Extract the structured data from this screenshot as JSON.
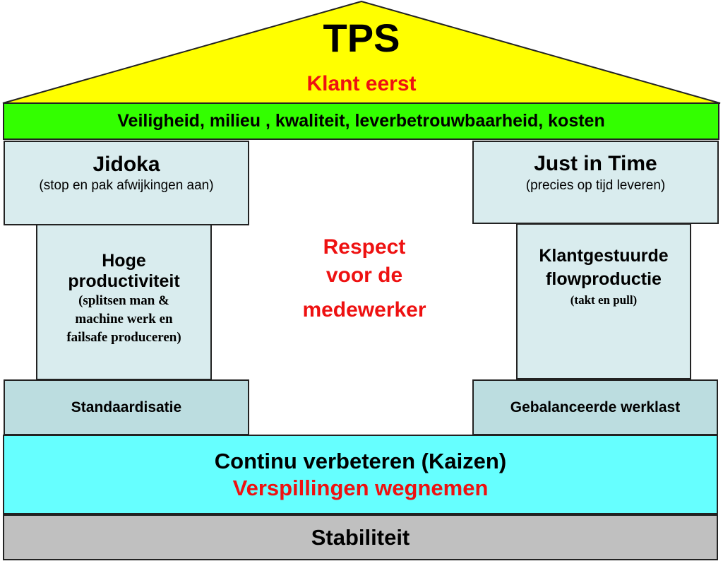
{
  "roof": {
    "title": "TPS",
    "subtitle": "Klant eerst",
    "color": "#ffff00"
  },
  "goals_bar": {
    "text": "Veiligheid, milieu , kwaliteit, leverbetrouwbaarheid, kosten",
    "color": "#33ff00"
  },
  "left_pillar": {
    "top": {
      "title": "Jidoka",
      "subtitle": "(stop en pak afwijkingen aan)"
    },
    "column": {
      "title_lines": [
        "Hoge",
        "productiviteit"
      ],
      "detail_lines": [
        "(splitsen man &",
        "machine werk en",
        "failsafe produceren)"
      ]
    },
    "base": {
      "text": "Standaardisatie"
    }
  },
  "right_pillar": {
    "top": {
      "title": "Just in Time",
      "subtitle": "(precies op tijd leveren)"
    },
    "column": {
      "title_lines": [
        "Klantgestuurde",
        "flowproductie"
      ],
      "detail_lines": [
        "(takt en pull)"
      ]
    },
    "base": {
      "text": "Gebalanceerde werklast"
    }
  },
  "center": {
    "lines": [
      "Respect",
      "voor de",
      "medewerker"
    ]
  },
  "foundation": {
    "line1": "Continu verbeteren (Kaizen)",
    "line2": "Verspillingen wegnemen",
    "color": "#66ffff"
  },
  "base": {
    "text": "Stabiliteit",
    "color": "#c0c0c0"
  }
}
